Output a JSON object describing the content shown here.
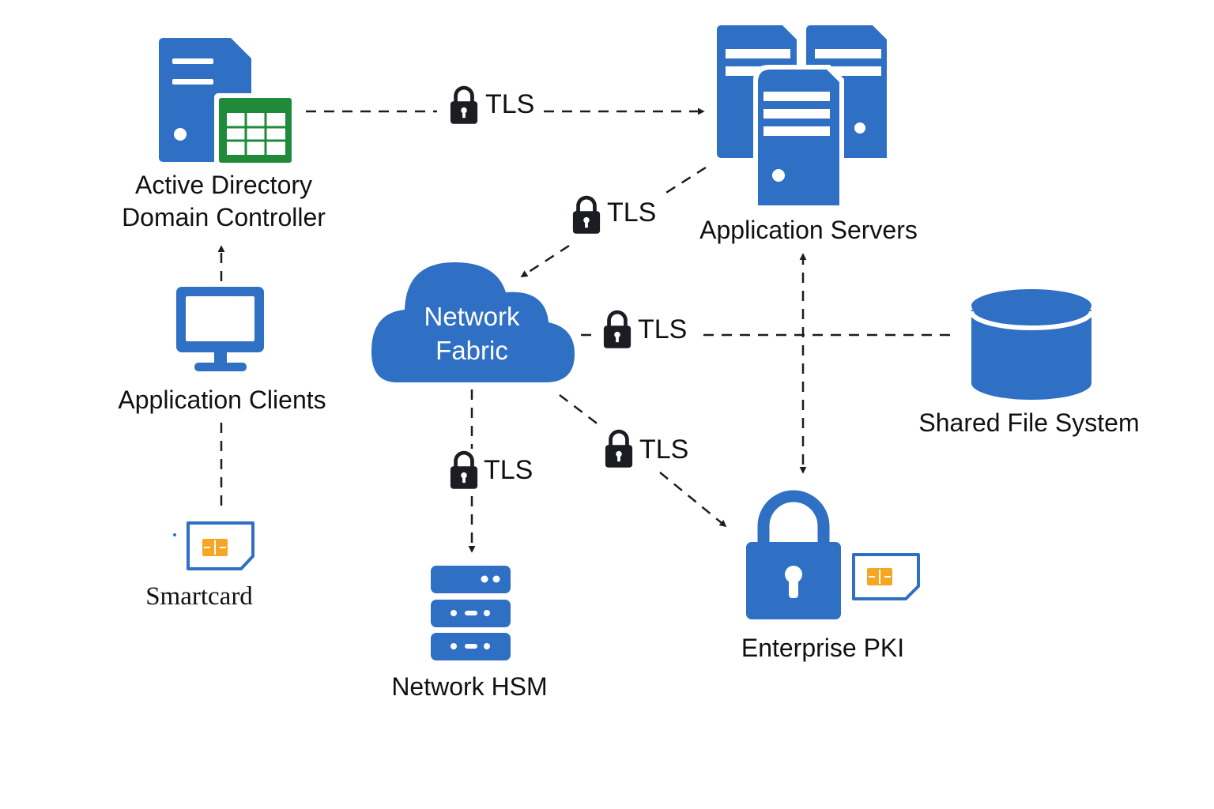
{
  "colors": {
    "primary": "#2f6fc4",
    "spreadsheet": "#1f8a3a",
    "chip": "#f5a623",
    "ink": "#111111",
    "lock": "#1b1d22",
    "background": "#ffffff"
  },
  "nodes": {
    "ad": {
      "title_line1": "Active Directory",
      "title_line2": "Domain Controller",
      "icon": "server-spreadsheet-icon"
    },
    "app_servers": {
      "title": "Application Servers",
      "icon": "server-cluster-icon"
    },
    "clients": {
      "title": "Application Clients",
      "icon": "monitor-icon"
    },
    "fabric": {
      "title_line1": "Network",
      "title_line2": "Fabric",
      "icon": "cloud-icon"
    },
    "smartcard": {
      "title": "Smartcard",
      "icon": "smartcard-icon"
    },
    "hsm": {
      "title": "Network HSM",
      "icon": "hsm-rack-icon"
    },
    "fs": {
      "title": "Shared File System",
      "icon": "database-icon"
    },
    "pki": {
      "title": "Enterprise PKI",
      "icon": "padlock-smartcard-icon"
    }
  },
  "links": {
    "ad_to_app": {
      "label": "TLS"
    },
    "app_to_fabric": {
      "label": "TLS"
    },
    "fabric_to_fs": {
      "label": "TLS"
    },
    "fabric_to_hsm": {
      "label": "TLS"
    },
    "fabric_to_pki": {
      "label": "TLS"
    }
  }
}
